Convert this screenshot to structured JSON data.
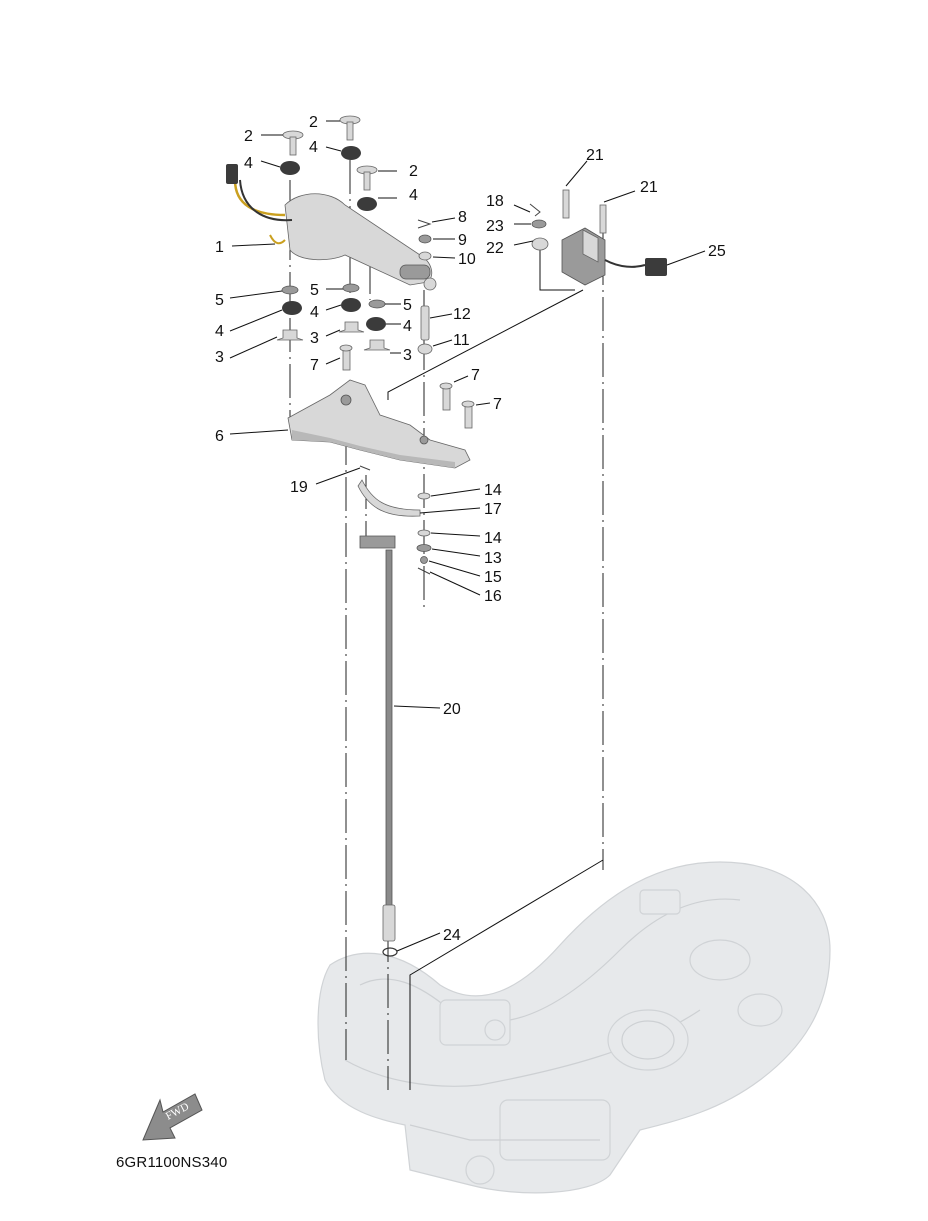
{
  "diagram_code": "6GR1100NS340",
  "direction_label": "FWD",
  "callouts": [
    "1",
    "2",
    "2",
    "2",
    "3",
    "3",
    "3",
    "4",
    "4",
    "4",
    "4",
    "4",
    "4",
    "5",
    "5",
    "5",
    "6",
    "7",
    "7",
    "7",
    "8",
    "9",
    "10",
    "11",
    "12",
    "13",
    "14",
    "14",
    "15",
    "16",
    "17",
    "18",
    "19",
    "20",
    "21",
    "21",
    "22",
    "23",
    "24",
    "25"
  ]
}
